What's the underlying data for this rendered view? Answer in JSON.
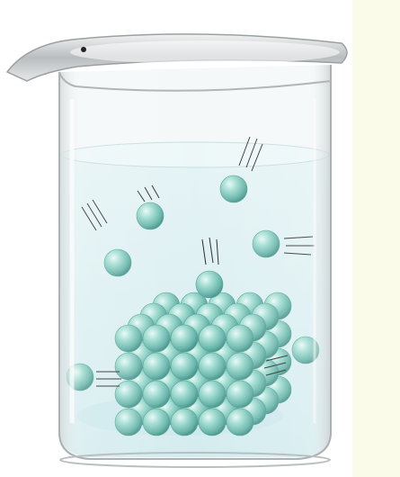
{
  "figure": {
    "subject": "beaker-with-dissolving-particles",
    "colors": {
      "background_right": "#fbfbea",
      "glass_rim": "#c9cccd",
      "liquid": "#dff0f2",
      "particle": "#8fd1c6",
      "particle_shadow": "#3f8f86",
      "motion_lines": "#222222"
    },
    "lattice": {
      "layers": 4,
      "rows_per_layer": 4,
      "cols_per_layer": 5
    },
    "free_particles": [
      {
        "id": "p1",
        "motion": "falling"
      },
      {
        "id": "p2",
        "motion": "falling"
      },
      {
        "id": "p3",
        "motion": "falling"
      },
      {
        "id": "p4",
        "motion": "falling"
      },
      {
        "id": "p5",
        "motion": "falling"
      },
      {
        "id": "p6",
        "motion": "drifting"
      },
      {
        "id": "p7",
        "motion": "drifting"
      },
      {
        "id": "p8",
        "motion": "drifting"
      }
    ]
  }
}
